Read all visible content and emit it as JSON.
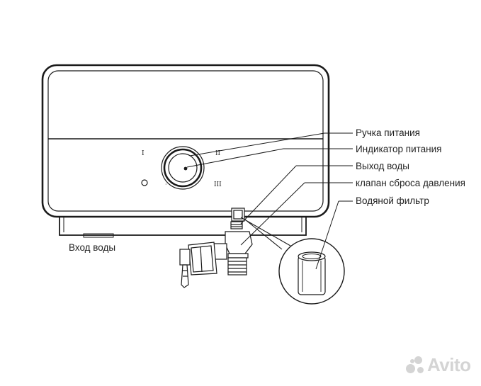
{
  "labels": {
    "power_knob": "Ручка питания",
    "power_indicator": "Индикатор питания",
    "water_outlet": "Выход воды",
    "pressure_relief_valve": "клапан сброса давления",
    "water_filter": "Водяной фильтр",
    "water_inlet": "Вход воды"
  },
  "knob_marks": {
    "one": "I",
    "two": "II",
    "three": "III",
    "off": "O"
  },
  "watermark": {
    "text": "Avito"
  },
  "colors": {
    "line": "#1a1a1a",
    "body_top": "#ffffff",
    "body_bottom": "#ffffff",
    "watermark": "#d4d4d4"
  }
}
